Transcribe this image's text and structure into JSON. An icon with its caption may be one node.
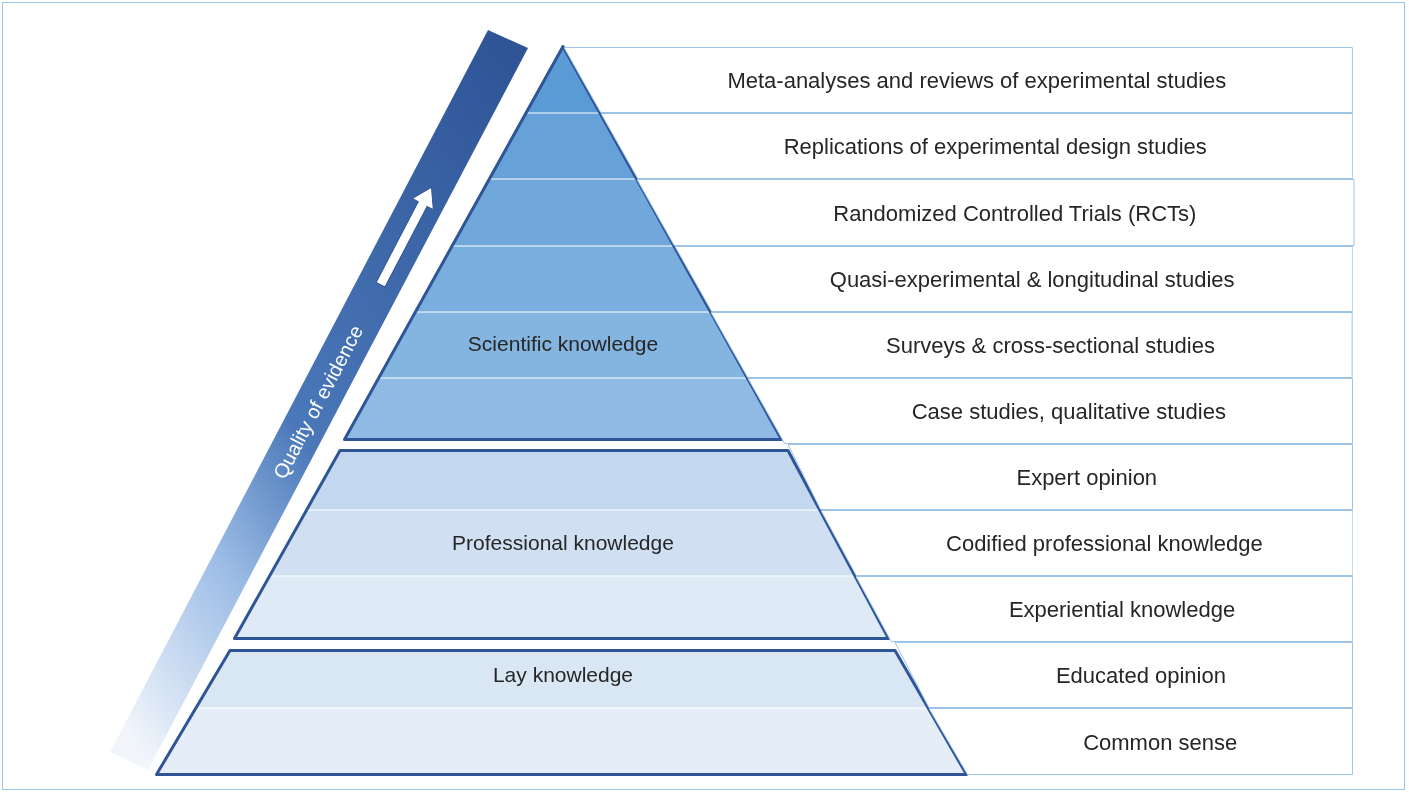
{
  "diagram": {
    "nodes": [
      {
        "text": [
          "Scientific knowledge"
        ]
      },
      {
        "text": [
          "Professional knowledge"
        ]
      },
      {
        "text": [
          "Lay knowledge"
        ]
      },
      {
        "text": [
          "Meta-analyses and reviews of experimental studies"
        ]
      },
      {
        "text": [
          "Replications of experimental design studies"
        ]
      },
      {
        "text": [
          "Randomized Controlled Trials (RCTs)"
        ]
      },
      {
        "text": [
          "Quasi-experimental & longitudinal studies"
        ]
      },
      {
        "text": [
          "Surveys & cross-sectional studies"
        ]
      },
      {
        "text": [
          "Case studies, qualitative studies"
        ]
      },
      {
        "text": [
          "Expert opinion"
        ]
      },
      {
        "text": [
          "Codified professional knowledge"
        ]
      },
      {
        "text": [
          "Experiential knowledge"
        ]
      },
      {
        "text": [
          "Educated opinion"
        ]
      },
      {
        "text": [
          "Common sense"
        ]
      }
    ],
    "labels": [
      "Quality of evidence"
    ]
  }
}
